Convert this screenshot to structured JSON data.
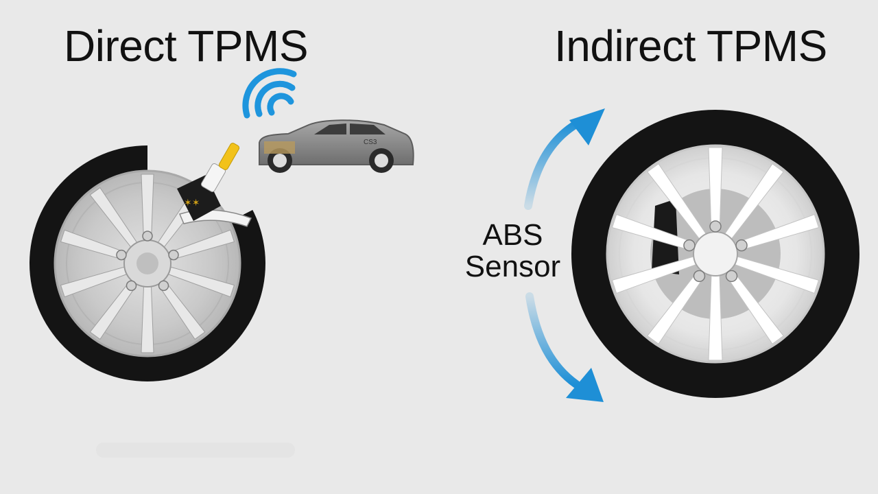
{
  "titles": {
    "direct": "Direct TPMS",
    "indirect": "Indirect TPMS"
  },
  "abs_label": {
    "line1": "ABS",
    "line2": "Sensor"
  },
  "car_badge": "CS3",
  "colors": {
    "background": "#e9e9e9",
    "tire": "#141414",
    "rim": "#cfcfcf",
    "signal_blue": "#1e95dd",
    "arrow_blue": "#2a8fd0",
    "car_body": "#8f8f8f",
    "valve_stem": "#f2c21a"
  },
  "icons": [
    "wifi-signal-icon",
    "car-icon",
    "tpms-sensor-icon",
    "rotation-arrow-icon"
  ]
}
